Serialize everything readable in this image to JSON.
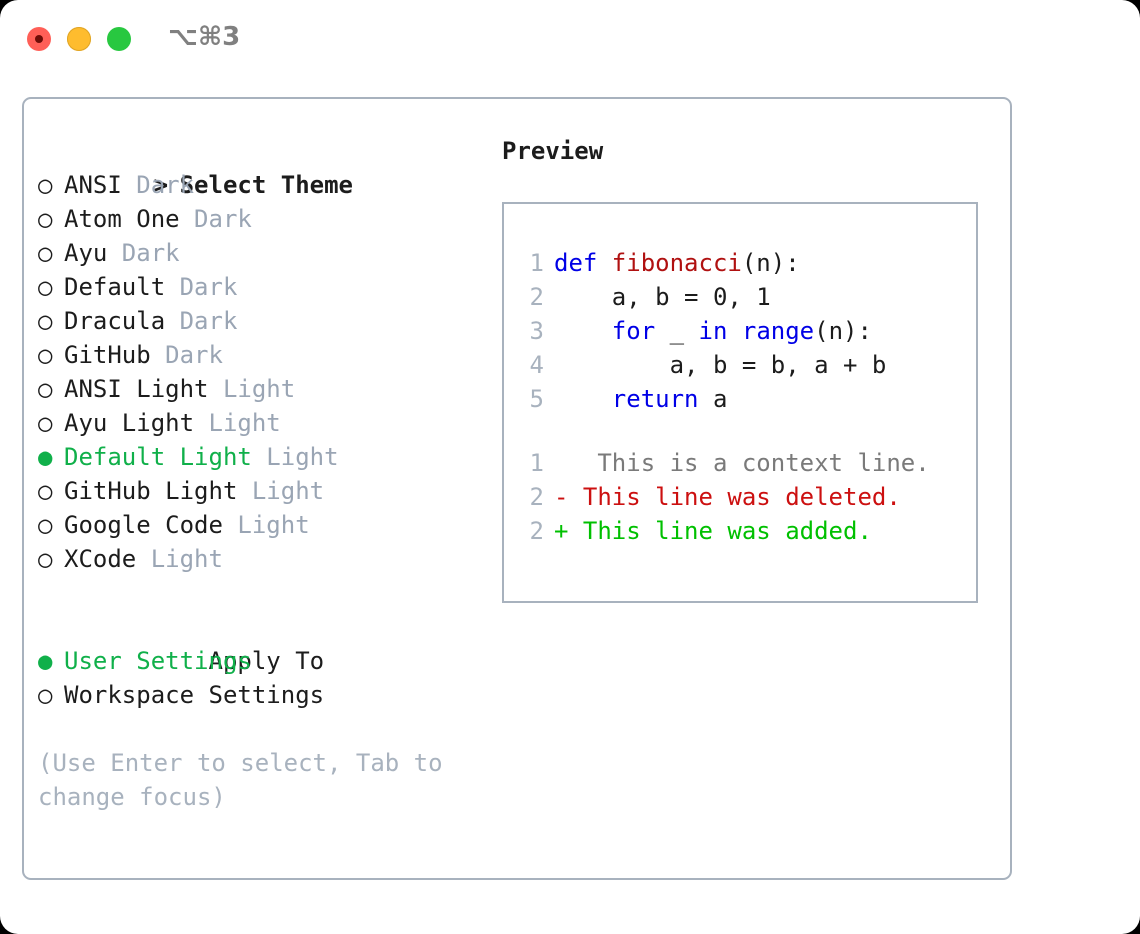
{
  "titlebar": {
    "shortcut": "⌥⌘3",
    "buttons": [
      "close",
      "minimize",
      "maximize"
    ]
  },
  "theme_list": {
    "header": "Select Theme",
    "header_marker": ">",
    "marker_unselected": "○",
    "marker_selected": "●",
    "items": [
      {
        "name": "ANSI",
        "category": "Dark",
        "selected": false
      },
      {
        "name": "Atom One",
        "category": "Dark",
        "selected": false
      },
      {
        "name": "Ayu",
        "category": "Dark",
        "selected": false
      },
      {
        "name": "Default",
        "category": "Dark",
        "selected": false
      },
      {
        "name": "Dracula",
        "category": "Dark",
        "selected": false
      },
      {
        "name": "GitHub",
        "category": "Dark",
        "selected": false
      },
      {
        "name": "ANSI Light",
        "category": "Light",
        "selected": false
      },
      {
        "name": "Ayu Light",
        "category": "Light",
        "selected": false
      },
      {
        "name": "Default Light",
        "category": "Light",
        "selected": true
      },
      {
        "name": "GitHub Light",
        "category": "Light",
        "selected": false
      },
      {
        "name": "Google Code",
        "category": "Light",
        "selected": false
      },
      {
        "name": "XCode",
        "category": "Light",
        "selected": false
      }
    ]
  },
  "apply_to": {
    "header": "Apply To",
    "items": [
      {
        "name": "User Settings",
        "selected": true
      },
      {
        "name": "Workspace Settings",
        "selected": false
      }
    ]
  },
  "hint": "(Use Enter to select, Tab to change focus)",
  "preview": {
    "title": "Preview",
    "code_lines": [
      {
        "no": "1",
        "tokens": [
          {
            "t": "def ",
            "c": "kw"
          },
          {
            "t": "fibonacci",
            "c": "fn"
          },
          {
            "t": "(n):",
            "c": "plain"
          }
        ]
      },
      {
        "no": "2",
        "tokens": [
          {
            "t": "    a, b = 0, 1",
            "c": "plain"
          }
        ]
      },
      {
        "no": "3",
        "tokens": [
          {
            "t": "    ",
            "c": "plain"
          },
          {
            "t": "for",
            "c": "kw"
          },
          {
            "t": " _ ",
            "c": "plain"
          },
          {
            "t": "in ",
            "c": "kw"
          },
          {
            "t": "range",
            "c": "kw"
          },
          {
            "t": "(n):",
            "c": "plain"
          }
        ]
      },
      {
        "no": "4",
        "tokens": [
          {
            "t": "        a, b = b, a + b",
            "c": "plain"
          }
        ]
      },
      {
        "no": "5",
        "tokens": [
          {
            "t": "    ",
            "c": "plain"
          },
          {
            "t": "return",
            "c": "kw"
          },
          {
            "t": " a",
            "c": "plain"
          }
        ]
      }
    ],
    "diff_lines": [
      {
        "no": "1",
        "sign": " ",
        "text": "  This is a context line.",
        "kind": "ctx"
      },
      {
        "no": "2",
        "sign": "-",
        "text": " This line was deleted.",
        "kind": "del"
      },
      {
        "no": "2",
        "sign": "+",
        "text": " This line was added.",
        "kind": "add"
      }
    ]
  },
  "colors": {
    "selected_green": "#10b04a",
    "muted": "#9aa5b4",
    "border": "#a8b2be",
    "keyword_blue": "#0000e6",
    "function_red": "#b01111",
    "diff_deleted": "#cc1010",
    "diff_added": "#00c000"
  }
}
